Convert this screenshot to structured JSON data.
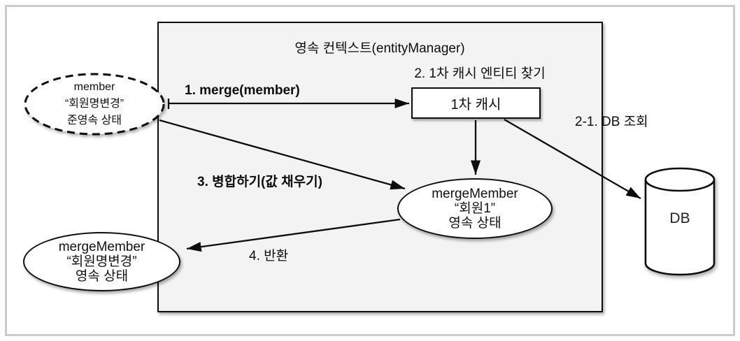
{
  "diagram": {
    "context": {
      "title": "영속 컨텍스트(entityManager)"
    },
    "labels": {
      "step1": "1. merge(member)",
      "step2": "2. 1차 캐시 엔티티 찾기",
      "step2_1": "2-1. DB 조회",
      "step3": "3. 병합하기(값 채우기)",
      "step4": "4. 반환"
    },
    "nodes": {
      "member_detached": {
        "lines": [
          "member",
          "“회원명변경”",
          "준영속 상태"
        ]
      },
      "first_cache": {
        "label": "1차 캐시"
      },
      "merge_member_persistent": {
        "lines": [
          "mergeMember",
          "“회원1”",
          "영속 상태"
        ]
      },
      "merge_member_returned": {
        "lines": [
          "mergeMember",
          "“회원명변경”",
          "영속 상태"
        ]
      },
      "db": {
        "label": "DB"
      }
    },
    "edges": [
      {
        "from": "member_detached",
        "to": "first_cache",
        "label": "1. merge(member)"
      },
      {
        "from": "first_cache",
        "to": "merge_member_persistent",
        "label": ""
      },
      {
        "from": "first_cache",
        "to": "db",
        "label": "2-1. DB 조회"
      },
      {
        "from": "member_detached",
        "to": "merge_member_persistent",
        "label": "3. 병합하기(값 채우기)"
      },
      {
        "from": "merge_member_persistent",
        "to": "merge_member_returned",
        "label": "4. 반환"
      }
    ],
    "colors": {
      "context_fill": "#f3f3f3",
      "line": "#0d0d0d",
      "frame": "#cbcbcb",
      "node_fill": "#ffffff"
    }
  }
}
